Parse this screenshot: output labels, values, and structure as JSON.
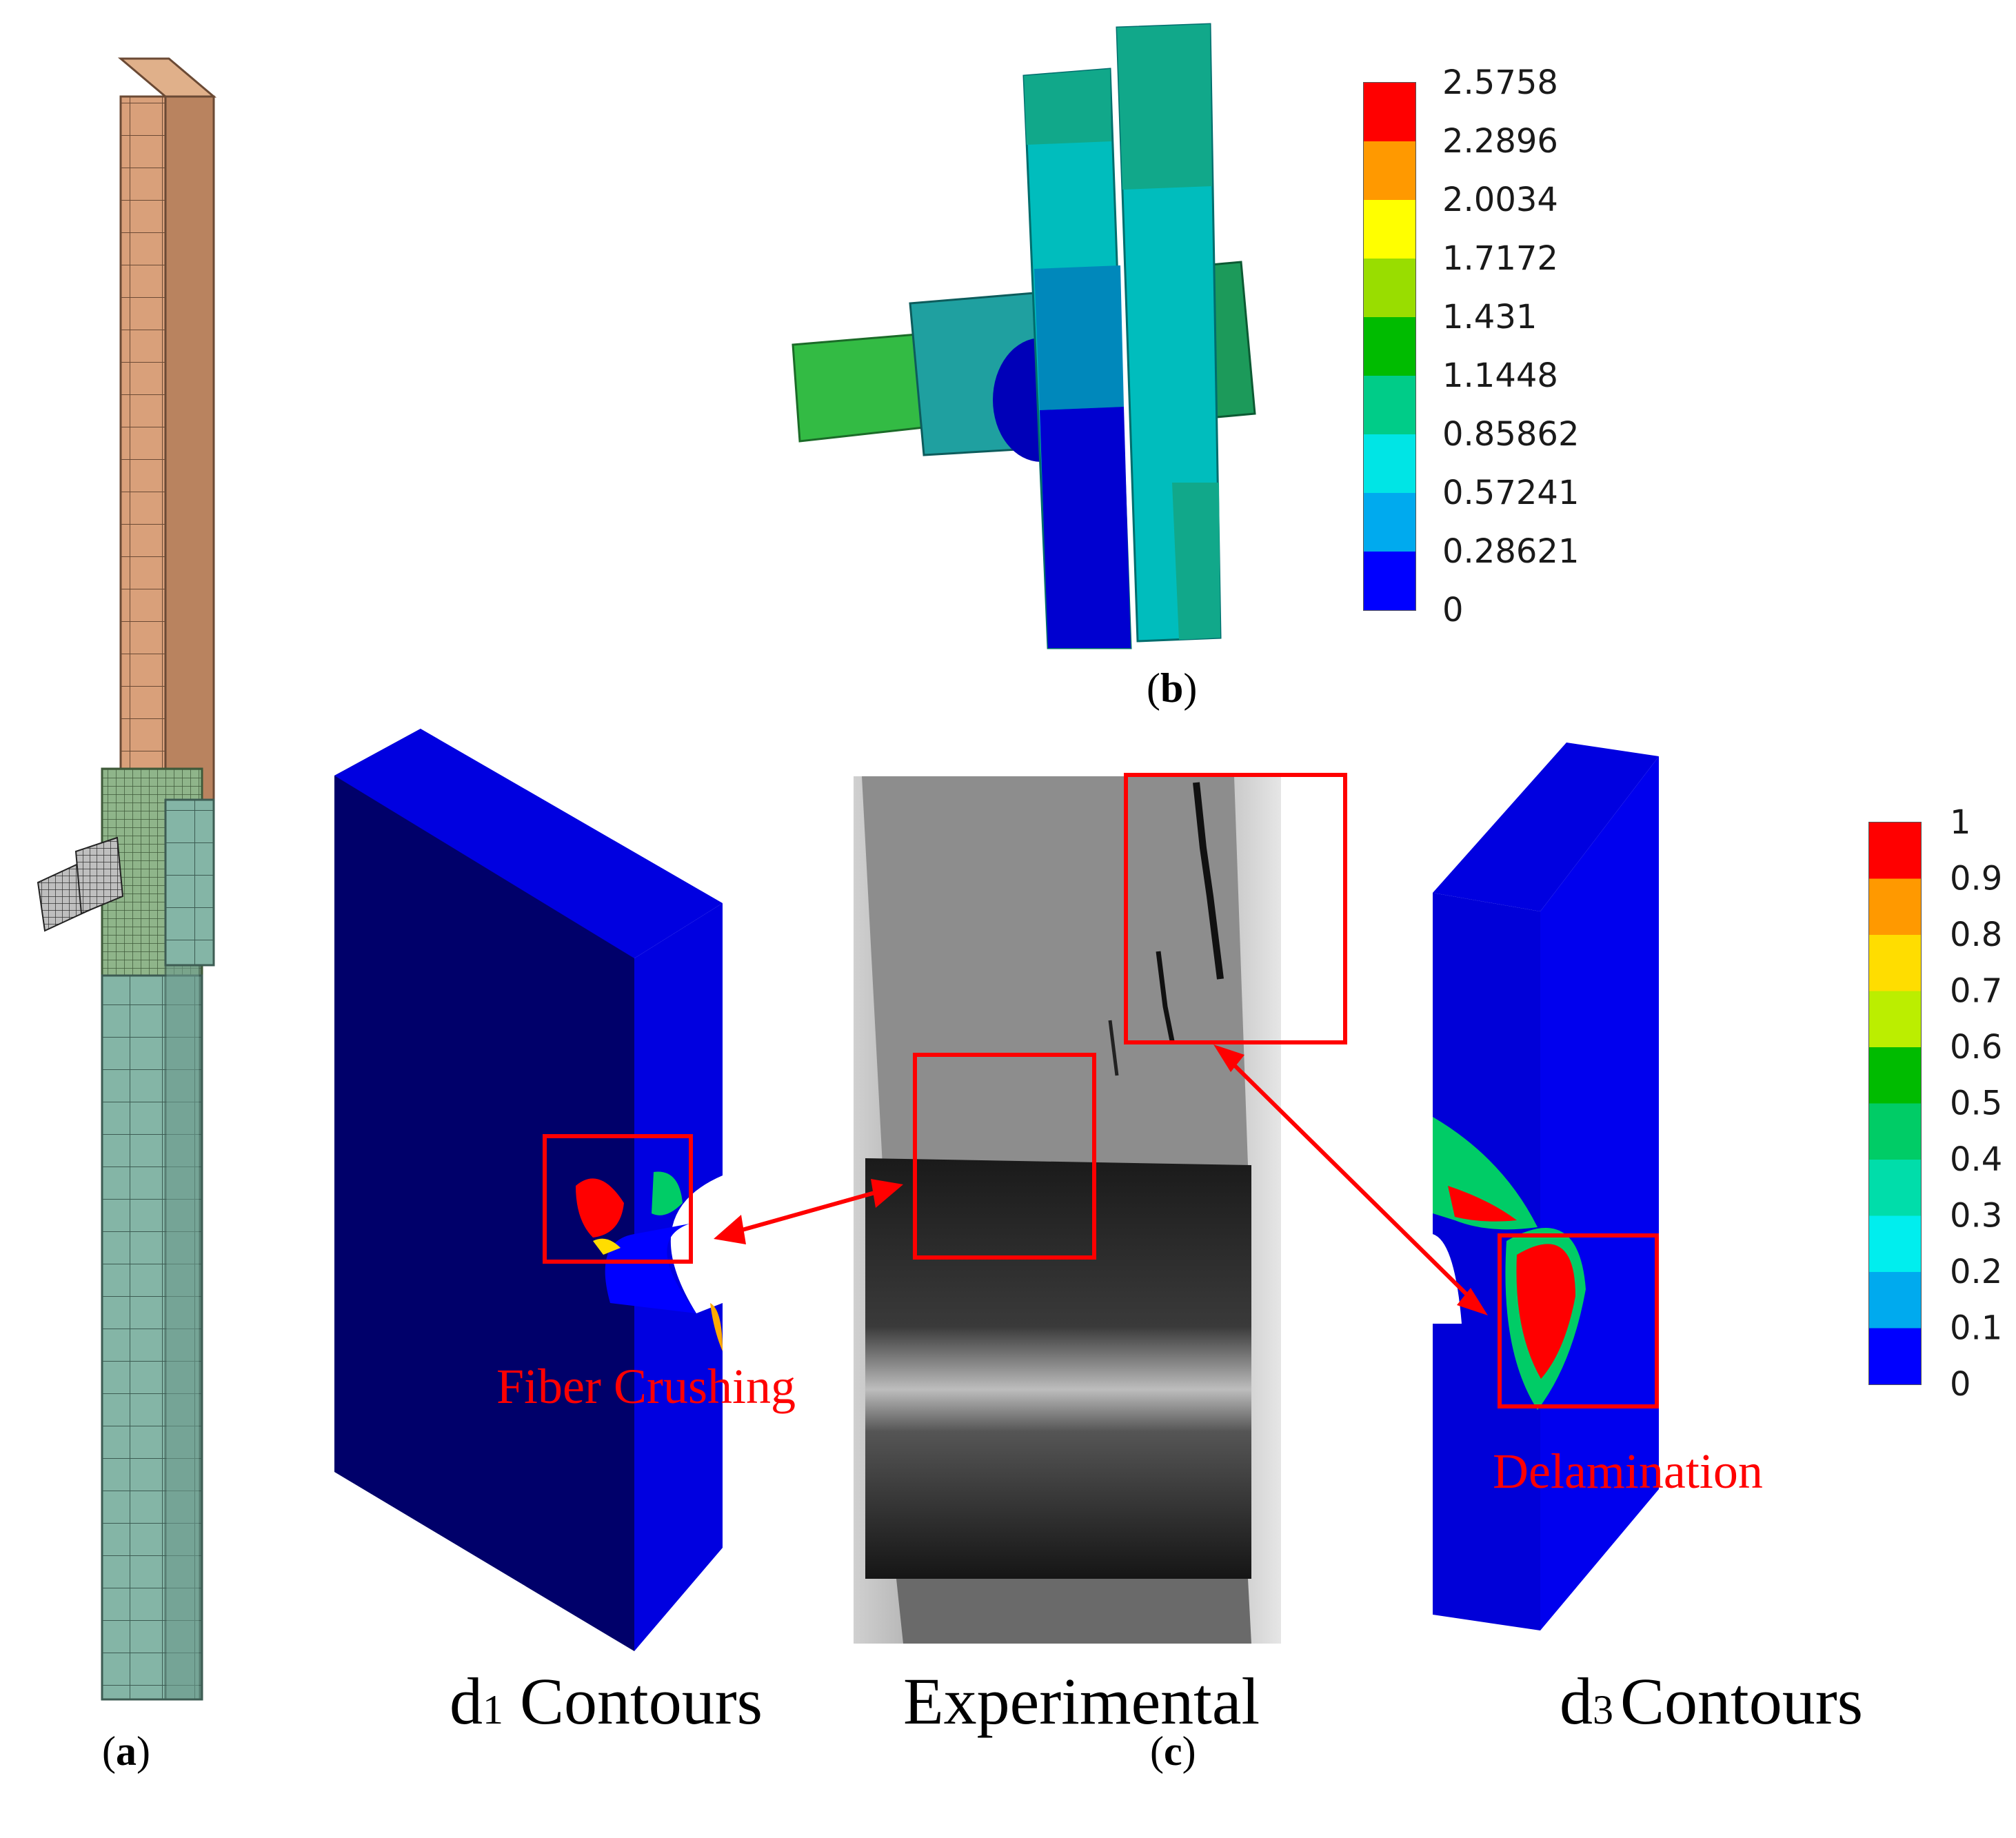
{
  "panels": {
    "a": {
      "label_prefix": "(",
      "letter": "a",
      "label_suffix": ")"
    },
    "b": {
      "label_prefix": "(",
      "letter": "b",
      "label_suffix": ")",
      "legend_values": [
        "2.5758",
        "2.2896",
        "2.0034",
        "1.7172",
        "1.431",
        "1.1448",
        "0.85862",
        "0.57241",
        "0.28621",
        "0"
      ],
      "legend_colors": [
        "#ff0000",
        "#ff9900",
        "#ffff00",
        "#99dd00",
        "#00bb00",
        "#00cc88",
        "#00e5e5",
        "#00aaee",
        "#0000ff"
      ]
    },
    "c": {
      "label_prefix": "(",
      "letter": "c",
      "label_suffix": ")",
      "legend_values": [
        "1",
        "0.9",
        "0.8",
        "0.7",
        "0.6",
        "0.5",
        "0.4",
        "0.3",
        "0.2",
        "0.1",
        "0"
      ],
      "legend_colors": [
        "#ff0000",
        "#ff9900",
        "#ffdd00",
        "#bbee00",
        "#00bb00",
        "#00cc66",
        "#00ddaa",
        "#00eeee",
        "#00aaee",
        "#0000ff"
      ],
      "captions": {
        "d1_main": "d",
        "d1_sub": "1",
        "d1_rest": " Contours",
        "experimental": "Experimental",
        "d3_main": "d",
        "d3_sub": "3",
        "d3_rest": "Contours"
      },
      "annotations": {
        "fiber": "Fiber Crushing",
        "delam": "Delamination"
      }
    }
  },
  "colors": {
    "annotation_red": "#ff0000",
    "mesh_upper": "#d9a07a",
    "mesh_lower": "#84b5a6",
    "mesh_joint": "#8fb58a",
    "contour_blue": "#0000e0"
  }
}
